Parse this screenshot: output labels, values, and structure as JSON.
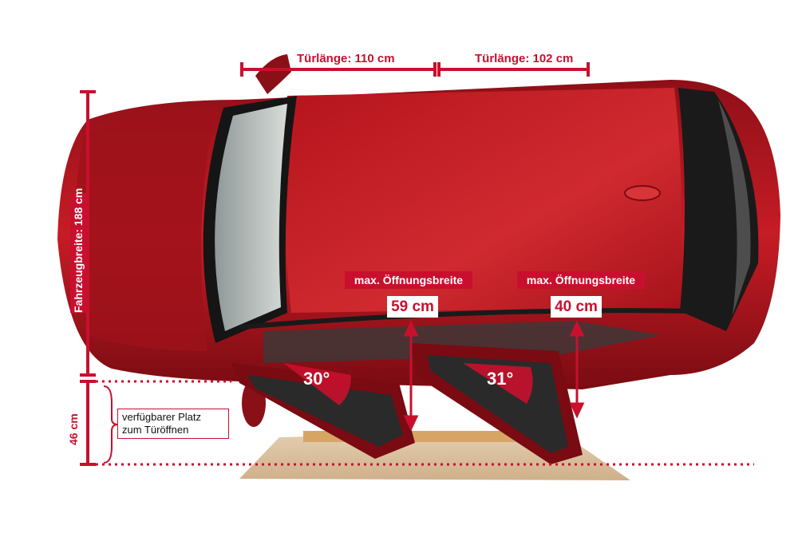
{
  "labels": {
    "door_length_front": "Türlänge: 110 cm",
    "door_length_rear": "Türlänge: 102 cm",
    "vehicle_width": "Fahrzeugbreite: 188 cm",
    "opening_front_title": "max. Öffnungsbreite",
    "opening_front_value": "59 cm",
    "opening_rear_title": "max. Öffnungsbreite",
    "opening_rear_value": "40 cm",
    "angle_front": "30°",
    "angle_rear": "31°",
    "available_height": "46 cm",
    "available_space_line1": "verfügbarer Platz",
    "available_space_line2": "zum Türöffnen"
  },
  "colors": {
    "accent_red": "#c8102e",
    "car_body": "#b3151e",
    "car_highlight": "#d8343a",
    "window_dark": "#1a1a1a",
    "floor": "#d8bfa0"
  }
}
